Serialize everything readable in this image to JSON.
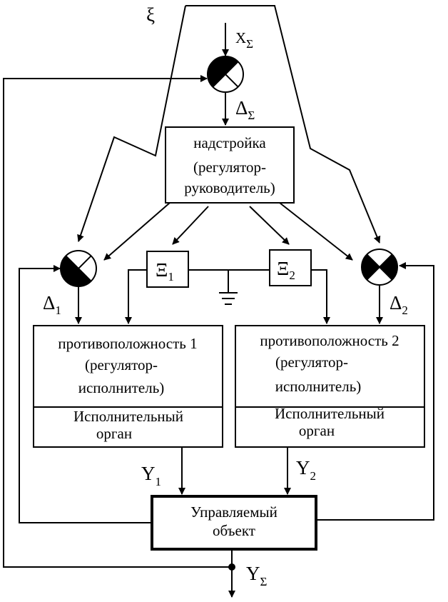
{
  "diagram": {
    "noise_label": "ξ",
    "input": {
      "symbol": "X",
      "subscript": "Σ"
    },
    "top_error": {
      "symbol": "Δ",
      "subscript": "Σ"
    },
    "supervisor": {
      "line1": "надстройка",
      "line2": "(регулятор-",
      "line3": "руководитель)"
    },
    "disturbance_1": {
      "symbol": "Ξ",
      "subscript": "1"
    },
    "disturbance_2": {
      "symbol": "Ξ",
      "subscript": "2"
    },
    "error_1": {
      "symbol": "Δ",
      "subscript": "1"
    },
    "error_2": {
      "symbol": "Δ",
      "subscript": "2"
    },
    "opposite_1": {
      "line1": "противоположность 1",
      "line2": "(регулятор-",
      "line3": "исполнитель)",
      "actuator_line1": "Исполнительный",
      "actuator_line2": "орган"
    },
    "opposite_2": {
      "line1": "противоположность 2",
      "line2": "(регулятор-",
      "line3": "исполнитель)",
      "actuator_line1": "Исполнительный",
      "actuator_line2": "орган"
    },
    "output_1": {
      "symbol": "Y",
      "subscript": "1"
    },
    "output_2": {
      "symbol": "Y",
      "subscript": "2"
    },
    "plant": {
      "line1": "Управляемый",
      "line2": "объект"
    },
    "total_output": {
      "symbol": "Y",
      "subscript": "Σ"
    }
  }
}
